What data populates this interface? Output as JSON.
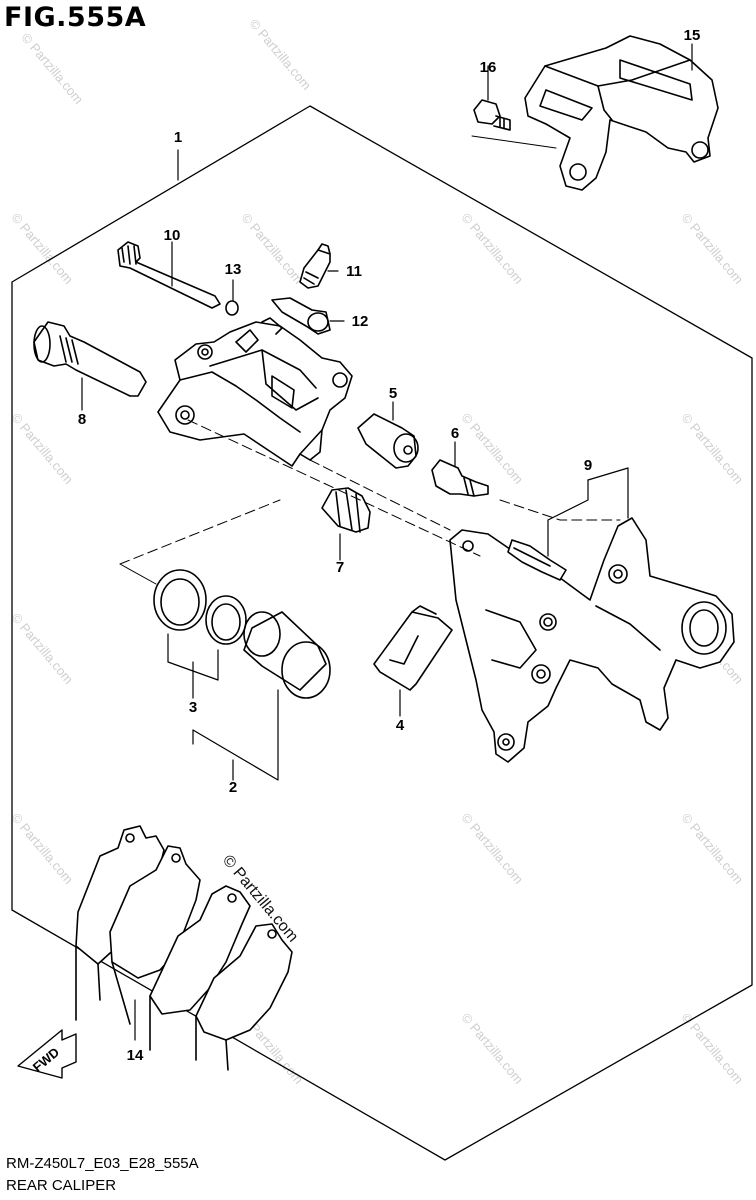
{
  "figure": {
    "title": "FIG.555A",
    "model_code": "RM-Z450L7_E03_E28_555A",
    "section_name": "REAR CALIPER"
  },
  "watermark": {
    "main": "© Partzilla.com",
    "repeat": "© Partzilla.com"
  },
  "fwd_arrow": {
    "label": "FWD"
  },
  "callouts": [
    {
      "id": "1",
      "text": "1"
    },
    {
      "id": "2",
      "text": "2"
    },
    {
      "id": "3",
      "text": "3"
    },
    {
      "id": "4",
      "text": "4"
    },
    {
      "id": "5",
      "text": "5"
    },
    {
      "id": "6",
      "text": "6"
    },
    {
      "id": "7",
      "text": "7"
    },
    {
      "id": "8",
      "text": "8"
    },
    {
      "id": "9",
      "text": "9"
    },
    {
      "id": "10",
      "text": "10"
    },
    {
      "id": "11",
      "text": "11"
    },
    {
      "id": "12",
      "text": "12"
    },
    {
      "id": "13",
      "text": "13"
    },
    {
      "id": "14",
      "text": "14"
    },
    {
      "id": "15",
      "text": "15"
    },
    {
      "id": "16",
      "text": "16"
    }
  ]
}
